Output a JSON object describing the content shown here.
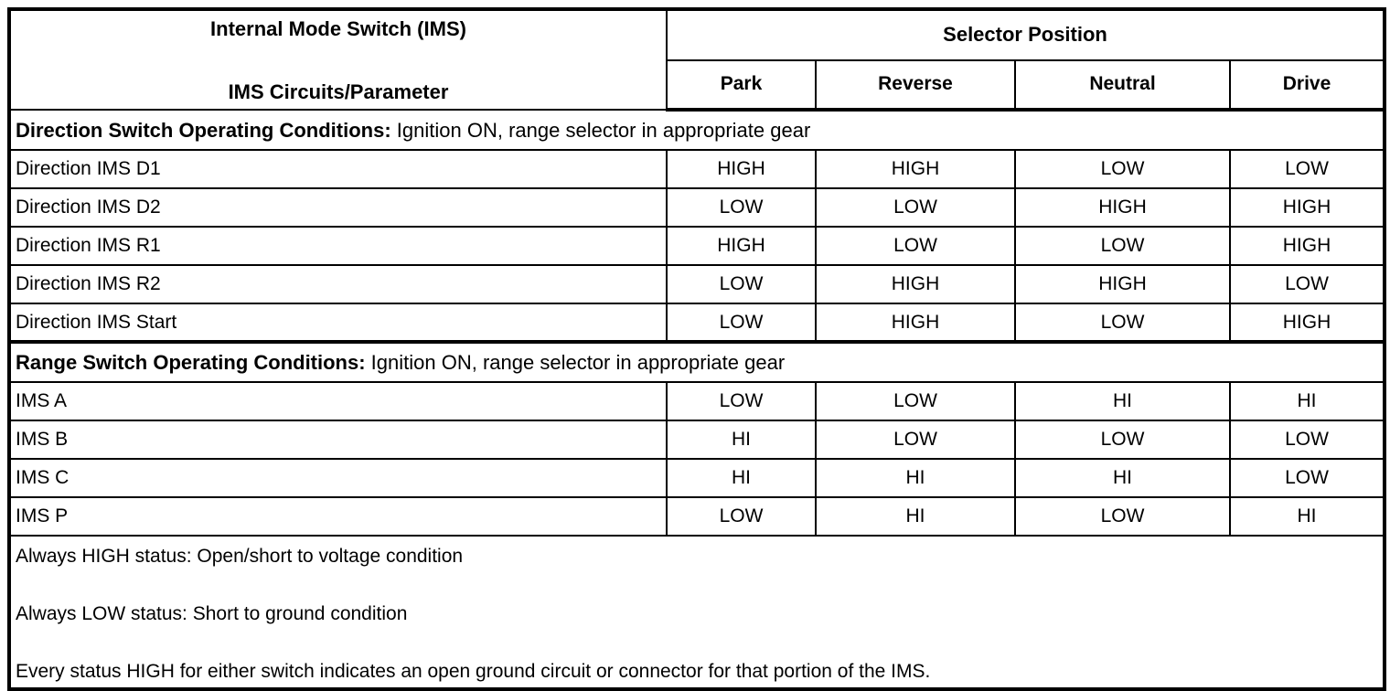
{
  "colors": {
    "border": "#000000",
    "background": "#ffffff",
    "text": "#000000"
  },
  "table": {
    "header": {
      "left_title_line1": "Internal Mode Switch (IMS)",
      "left_title_line2": "IMS Circuits/Parameter",
      "selector_position_label": "Selector Position",
      "columns": [
        "Park",
        "Reverse",
        "Neutral",
        "Drive"
      ]
    },
    "sections": [
      {
        "title_bold": "Direction Switch Operating Conditions:",
        "title_rest": " Ignition ON, range selector in appropriate gear",
        "rows": [
          {
            "label": "Direction IMS D1",
            "values": [
              "HIGH",
              "HIGH",
              "LOW",
              "LOW"
            ]
          },
          {
            "label": "Direction IMS D2",
            "values": [
              "LOW",
              "LOW",
              "HIGH",
              "HIGH"
            ]
          },
          {
            "label": "Direction IMS R1",
            "values": [
              "HIGH",
              "LOW",
              "LOW",
              "HIGH"
            ]
          },
          {
            "label": "Direction IMS R2",
            "values": [
              "LOW",
              "HIGH",
              "HIGH",
              "LOW"
            ]
          },
          {
            "label": "Direction IMS Start",
            "values": [
              "LOW",
              "HIGH",
              "LOW",
              "HIGH"
            ]
          }
        ]
      },
      {
        "title_bold": "Range Switch Operating Conditions:",
        "title_rest": " Ignition ON, range selector in appropriate gear",
        "rows": [
          {
            "label": "IMS A",
            "values": [
              "LOW",
              "LOW",
              "HI",
              "HI"
            ]
          },
          {
            "label": "IMS B",
            "values": [
              "HI",
              "LOW",
              "LOW",
              "LOW"
            ]
          },
          {
            "label": "IMS C",
            "values": [
              "HI",
              "HI",
              "HI",
              "LOW"
            ]
          },
          {
            "label": "IMS P",
            "values": [
              "LOW",
              "HI",
              "LOW",
              "HI"
            ]
          }
        ]
      }
    ],
    "notes": [
      "Always HIGH status: Open/short to voltage condition",
      "Always LOW status: Short to ground condition",
      "Every status HIGH for either switch indicates an open ground circuit or connector for that portion of the IMS."
    ]
  }
}
